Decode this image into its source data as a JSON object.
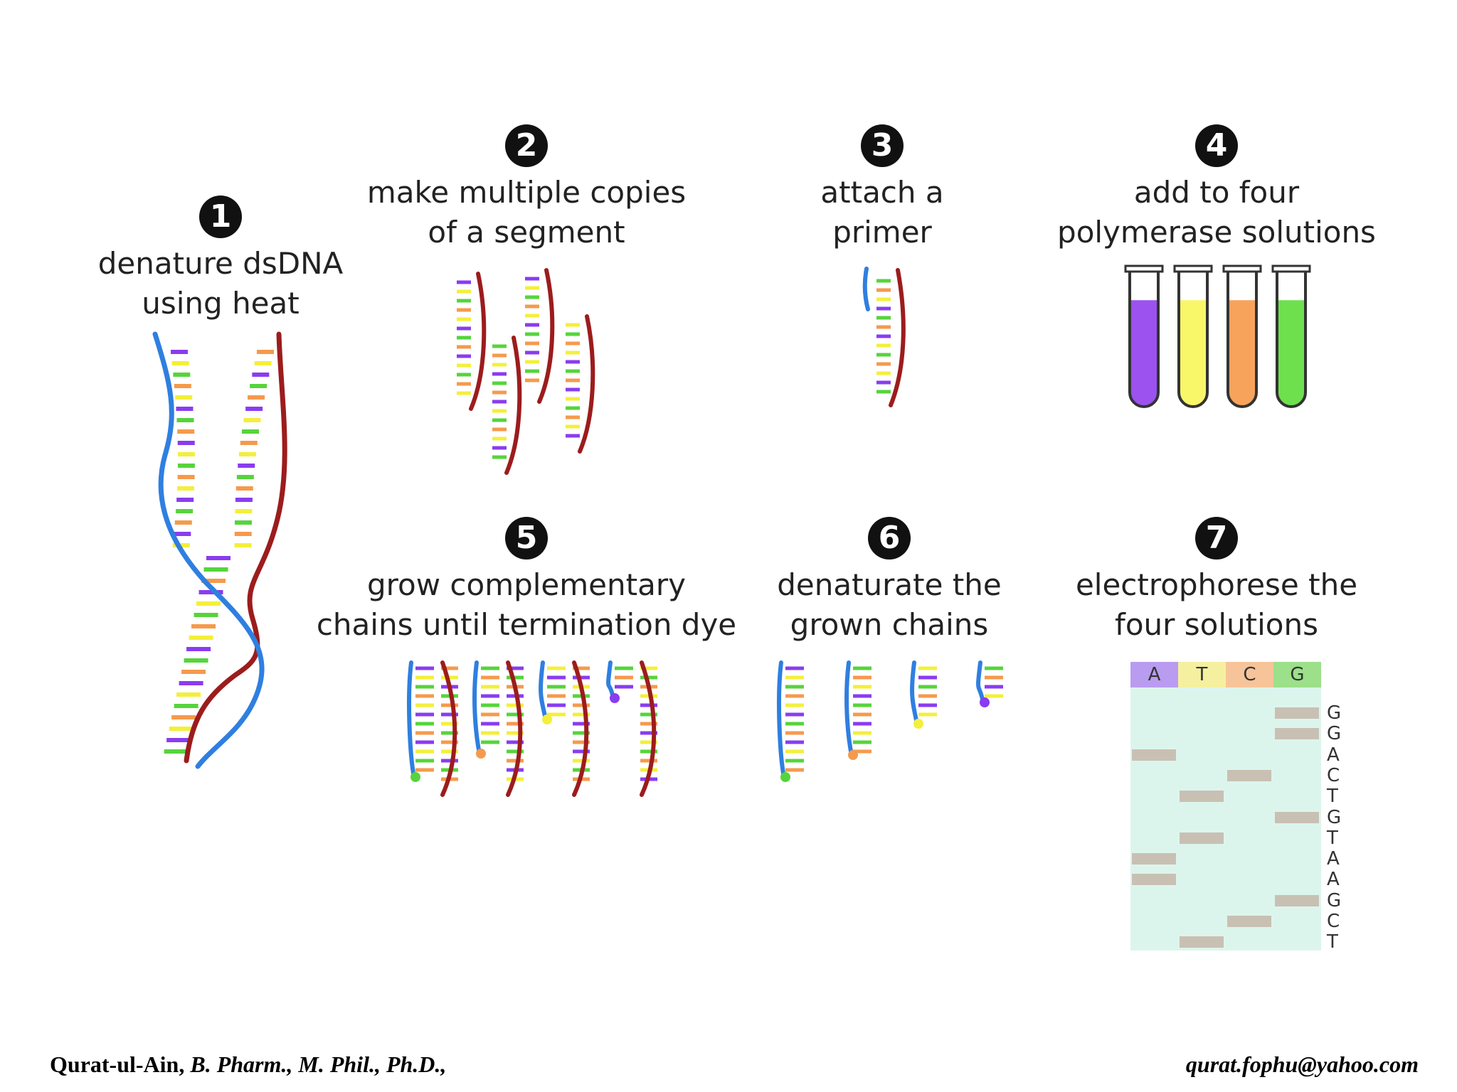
{
  "steps": [
    {
      "num": "1",
      "label": "denature dsDNA\nusing heat"
    },
    {
      "num": "2",
      "label": "make multiple copies\nof a segment"
    },
    {
      "num": "3",
      "label": "attach a\nprimer"
    },
    {
      "num": "4",
      "label": "add to four\npolymerase solutions"
    },
    {
      "num": "5",
      "label": "grow complementary\nchains until termination dye"
    },
    {
      "num": "6",
      "label": "denaturate the\ngrown chains"
    },
    {
      "num": "7",
      "label": "electrophorese the\nfour solutions"
    }
  ],
  "colors": {
    "strand_blue": "#2f7fe0",
    "strand_red": "#9c1c1c",
    "base_purple": "#8a3cf0",
    "base_yellow": "#f4ef3a",
    "base_orange": "#f59a4c",
    "base_green": "#56d43b"
  },
  "tubes": [
    {
      "color": "#9b52ef",
      "fill_fraction": 0.78
    },
    {
      "color": "#f8f76a",
      "fill_fraction": 0.78
    },
    {
      "color": "#f8a35c",
      "fill_fraction": 0.78
    },
    {
      "color": "#6ee04e",
      "fill_fraction": 0.78
    }
  ],
  "gel": {
    "lanes": [
      {
        "label": "A",
        "color": "#b99cf0"
      },
      {
        "label": "T",
        "color": "#f5f0a0"
      },
      {
        "label": "C",
        "color": "#f7c49a"
      },
      {
        "label": "G",
        "color": "#9ce08a"
      }
    ],
    "sequence": [
      "G",
      "G",
      "A",
      "C",
      "T",
      "G",
      "T",
      "A",
      "A",
      "G",
      "C",
      "T"
    ]
  },
  "footer": {
    "author": "Qurat-ul-Ain,",
    "credentials": " B. Pharm., M. Phil., Ph.D.,",
    "email": "qurat.fophu@yahoo.com"
  }
}
